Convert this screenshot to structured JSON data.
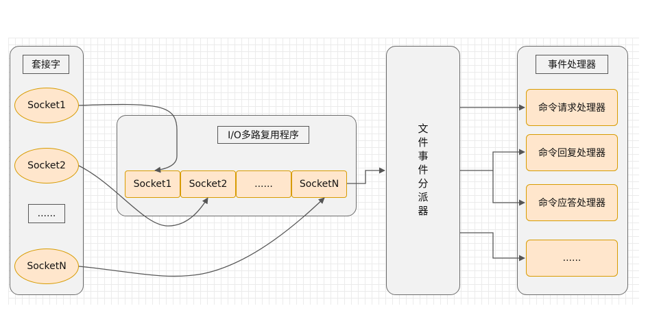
{
  "sockets_panel": {
    "title": "套接字",
    "items": [
      "Socket1",
      "Socket2",
      "......",
      "SocketN"
    ]
  },
  "multiplexer": {
    "title": "I/O多路复用程序",
    "queue": [
      "Socket1",
      "Socket2",
      "......",
      "SocketN"
    ]
  },
  "dispatcher": {
    "chars": [
      "文",
      "件",
      "事",
      "件",
      "分",
      "派",
      "器"
    ]
  },
  "handlers_panel": {
    "title": "事件处理器",
    "items": [
      "命令请求处理器",
      "命令回复处理器",
      "命令应答处理器",
      "......"
    ]
  },
  "colors": {
    "node_fill": "#ffe6cc",
    "node_border": "#d79b00",
    "panel_fill": "#f2f2f2",
    "panel_border": "#6b6b6b",
    "edge": "#555555"
  }
}
